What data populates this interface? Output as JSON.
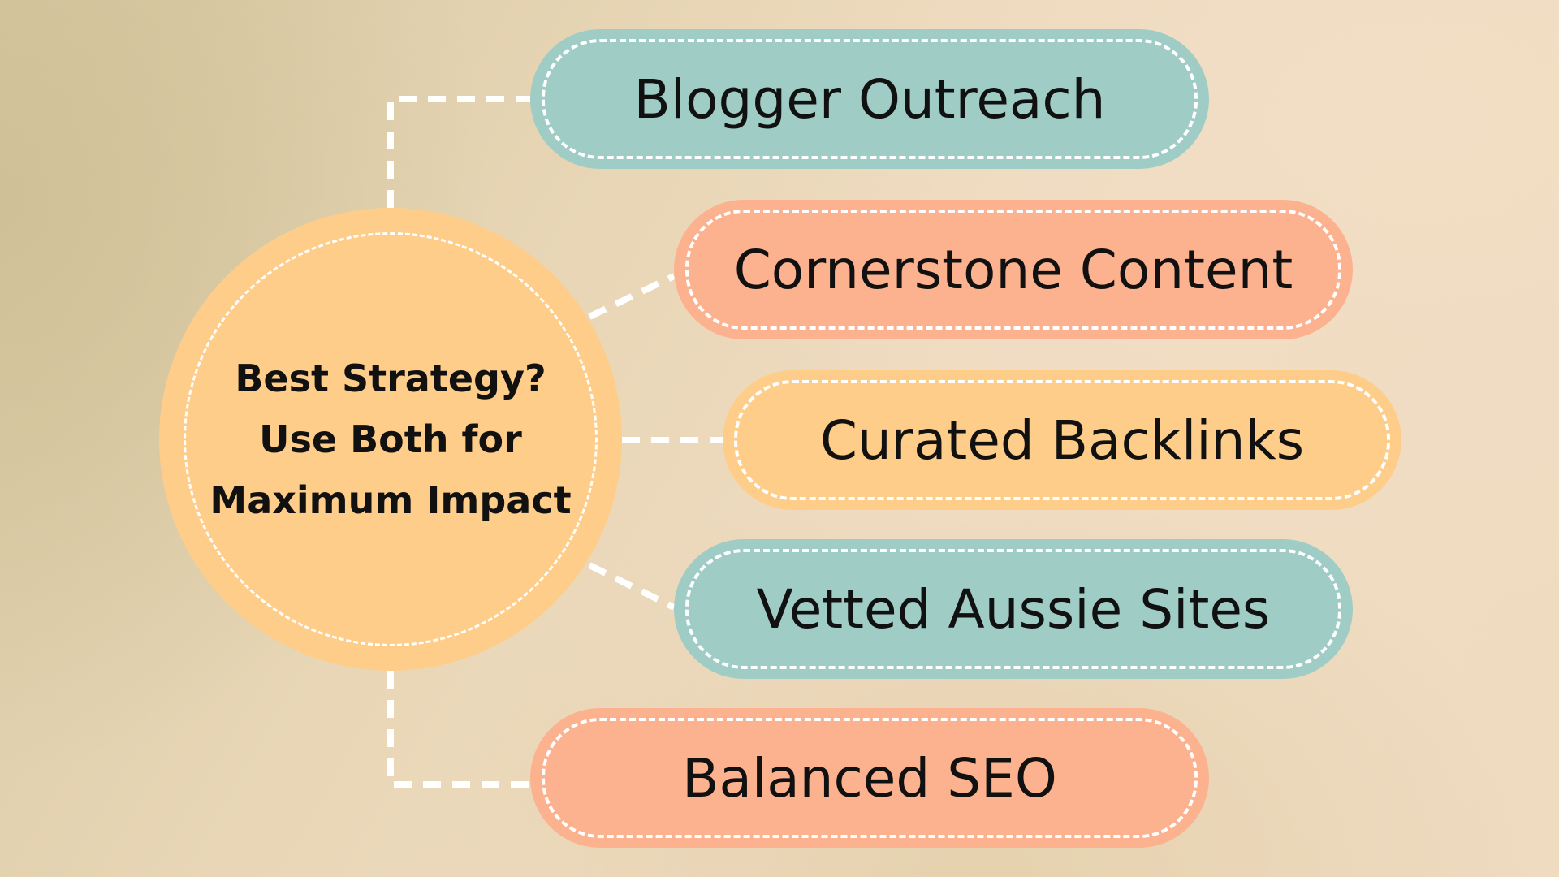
{
  "hub": {
    "text": "Best Strategy?\nUse Both for\nMaximum Impact",
    "color": "#ffcd8a"
  },
  "items": [
    {
      "label": "Blogger Outreach",
      "color": "#a0ccc6"
    },
    {
      "label": "Cornerstone Content",
      "color": "#fcb28e"
    },
    {
      "label": "Curated Backlinks",
      "color": "#ffcd8a"
    },
    {
      "label": "Vetted Aussie Sites",
      "color": "#a0ccc6"
    },
    {
      "label": "Balanced SEO",
      "color": "#fcb28e"
    }
  ],
  "connector_color": "#ffffff"
}
